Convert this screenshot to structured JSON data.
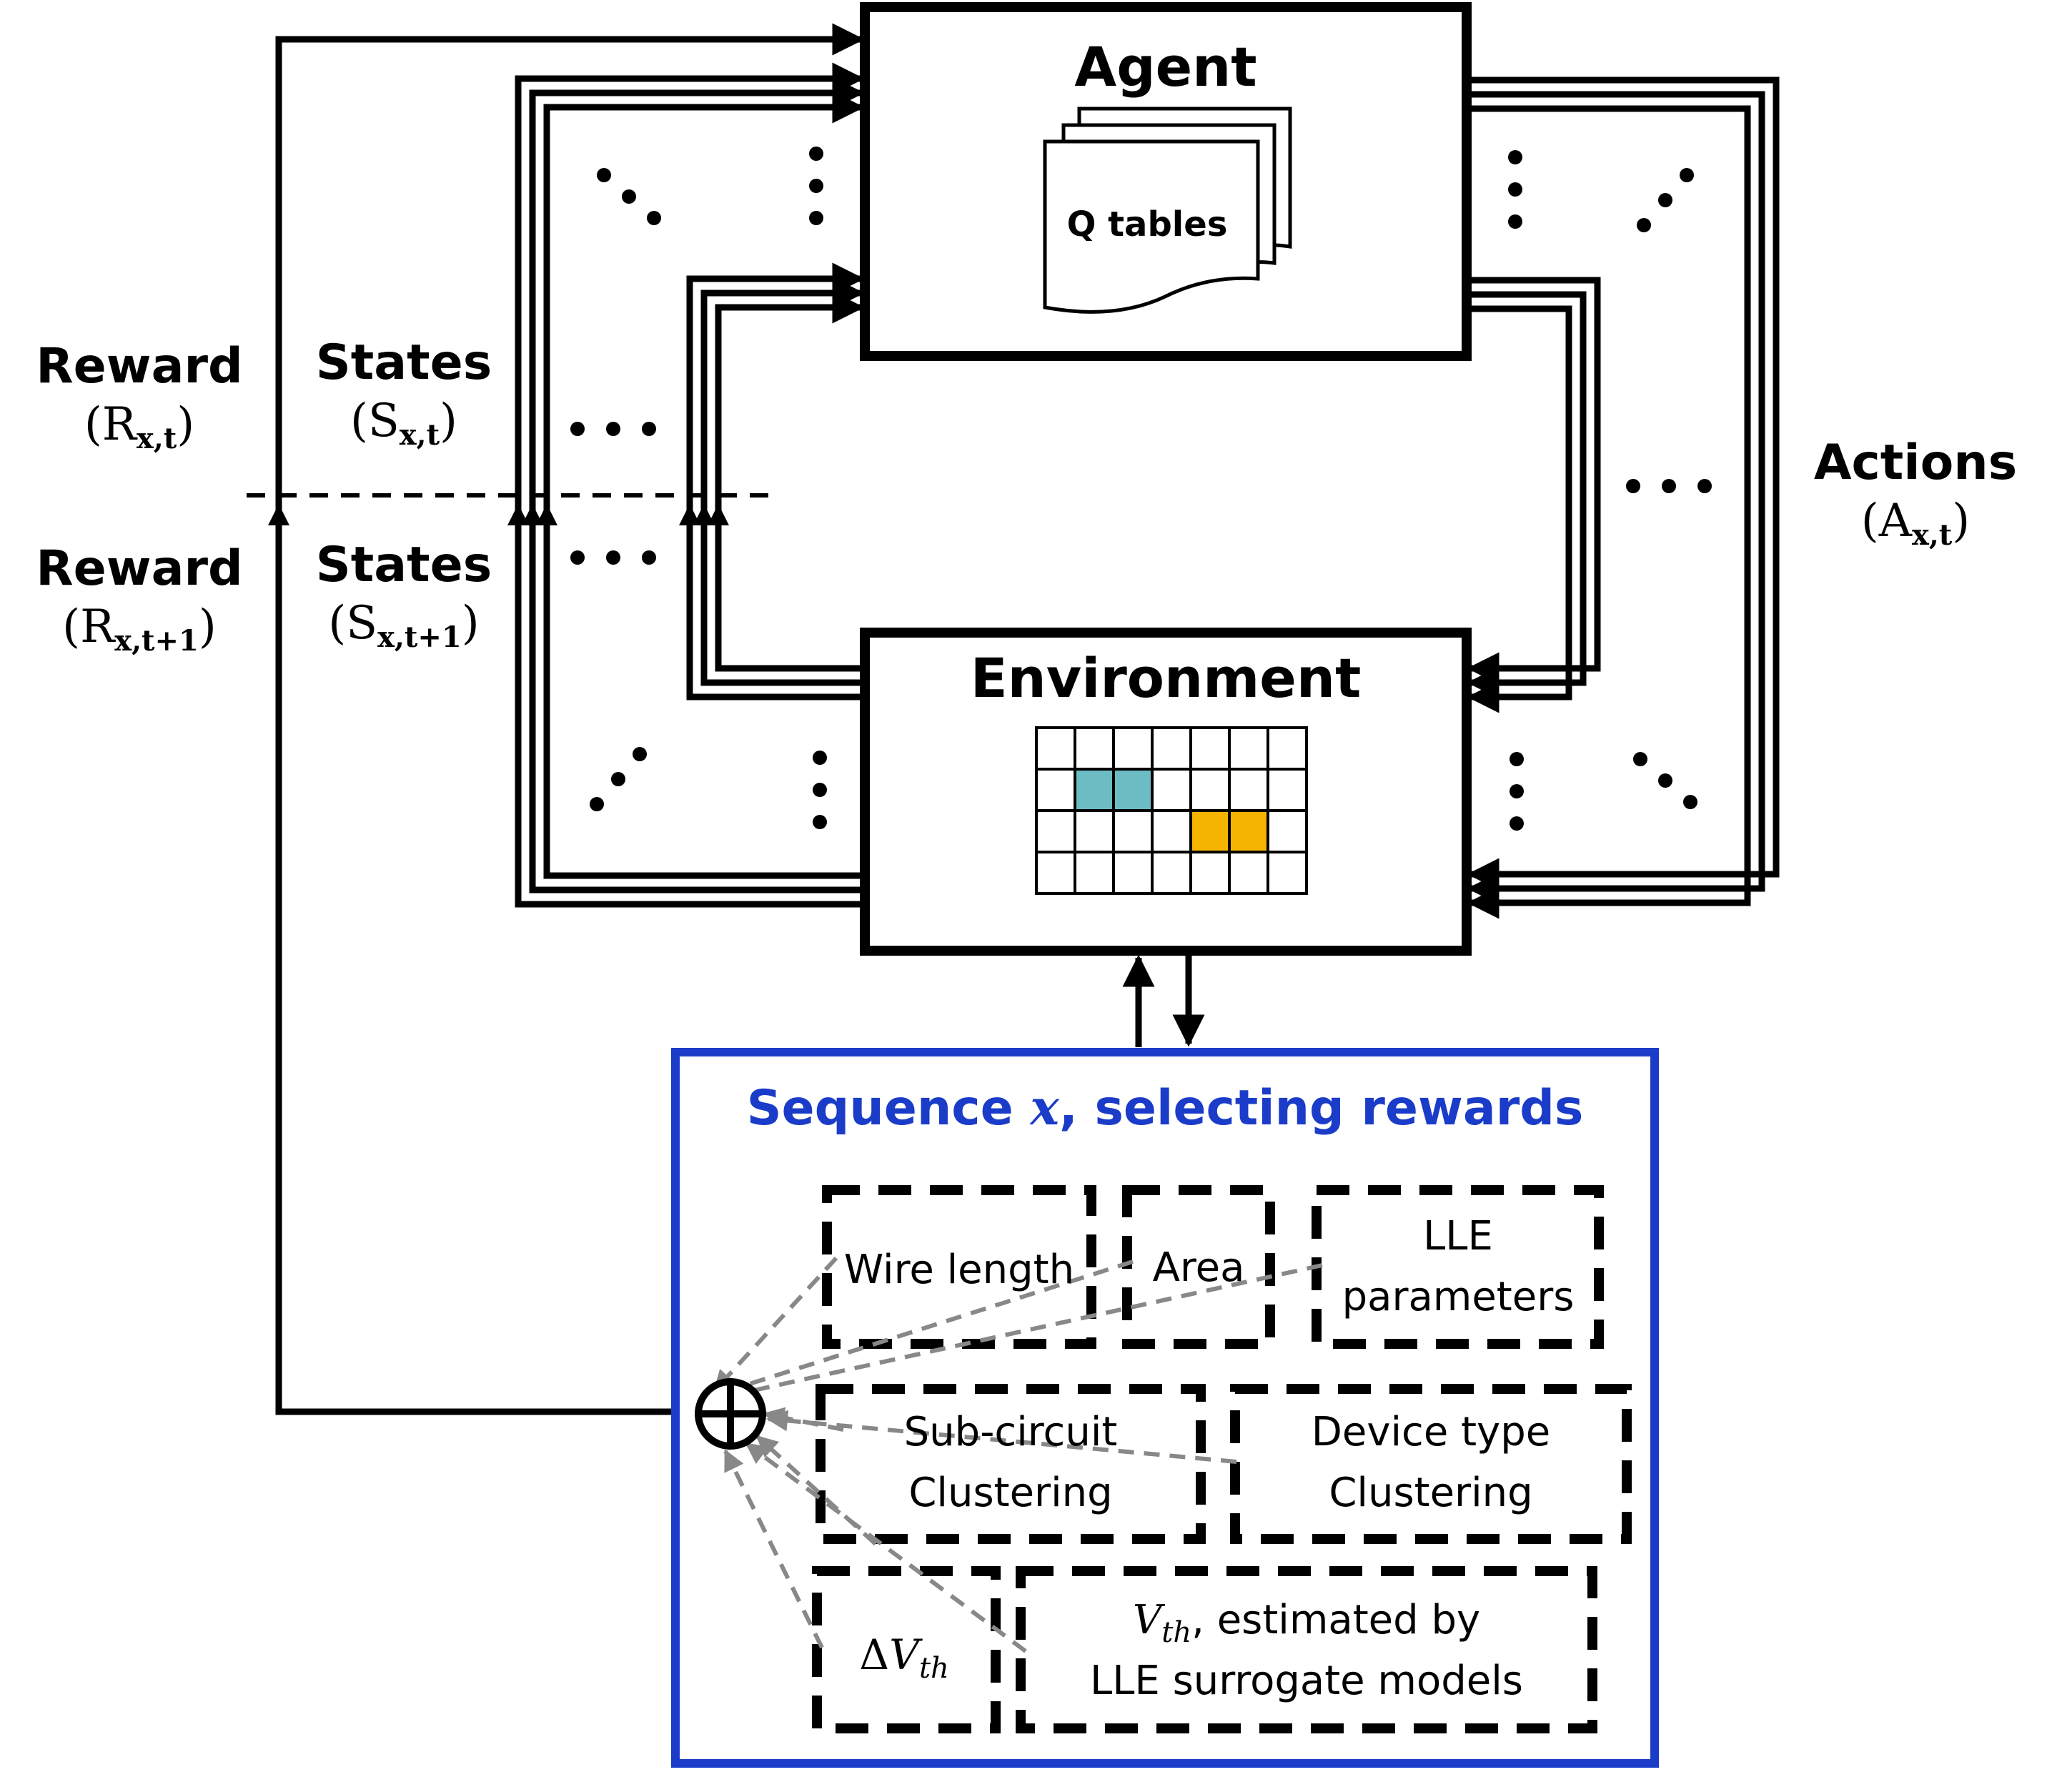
{
  "agent": {
    "title": "Agent",
    "q_tables_label": "Q tables"
  },
  "environment": {
    "title": "Environment",
    "grid": {
      "rows": 4,
      "cols": 7
    },
    "colors": {
      "teal": "#6cbcc4",
      "orange": "#f4b400"
    }
  },
  "left_labels": {
    "reward_top": {
      "word": "Reward",
      "sym": "R",
      "sub": "x,t"
    },
    "states_top": {
      "word": "States",
      "sym": "S",
      "sub": "x,t"
    },
    "reward_bottom": {
      "word": "Reward",
      "sym": "R",
      "sub": "x,t+1"
    },
    "states_bottom": {
      "word": "States",
      "sym": "S",
      "sub": "x,t+1"
    }
  },
  "right_labels": {
    "actions": {
      "word": "Actions",
      "sym": "A",
      "sub": "x,t"
    }
  },
  "reward_box": {
    "title_prefix": "Sequence ",
    "title_var": "x",
    "title_suffix": ", selecting rewards",
    "color": "#1a3cc8",
    "items": {
      "wire_length": "Wire length",
      "area": "Area",
      "lle_line1": "LLE",
      "lle_line2": "parameters",
      "subcircuit_line1": "Sub-circuit",
      "subcircuit_line2": "Clustering",
      "device_line1": "Device type",
      "device_line2": "Clustering",
      "delta_prefix": "Δ",
      "delta_var": "V",
      "delta_sub": "th",
      "vth_var": "V",
      "vth_sub": "th",
      "vth_line1_suffix": ", estimated by",
      "vth_line2": "LLE surrogate models"
    }
  },
  "symbols": {
    "sum": "⊕",
    "dots": "•••"
  }
}
